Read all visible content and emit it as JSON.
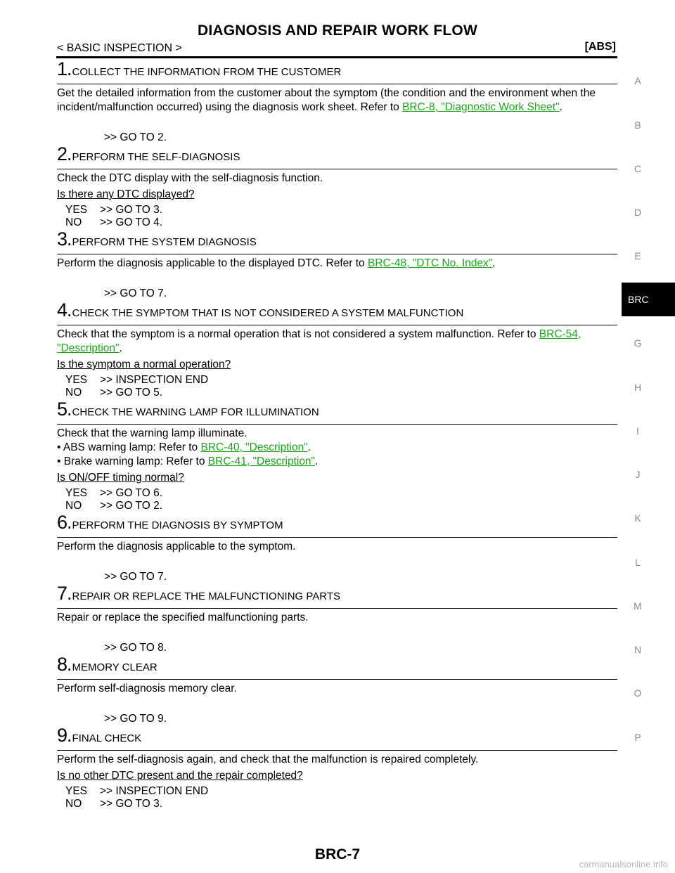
{
  "header": {
    "title": "DIAGNOSIS AND REPAIR WORK FLOW",
    "section": "< BASIC INSPECTION >",
    "system": "[ABS]"
  },
  "steps": [
    {
      "num": "1.",
      "title": "COLLECT THE INFORMATION FROM THE CUSTOMER",
      "text_before": "Get the detailed information from the customer about the symptom (the condition and the environment when the incident/malfunction occurred) using the diagnosis work sheet. Refer to ",
      "link": "BRC-8, \"Diagnostic Work Sheet\"",
      "text_after": ".",
      "goto": ">> GO TO 2."
    },
    {
      "num": "2.",
      "title": "PERFORM THE SELF-DIAGNOSIS",
      "text": "Check the DTC display with the self-diagnosis function.",
      "question": "Is there any DTC displayed?",
      "answers": [
        {
          "key": "YES",
          "value": ">> GO TO 3."
        },
        {
          "key": "NO",
          "value": ">> GO TO 4."
        }
      ]
    },
    {
      "num": "3.",
      "title": "PERFORM THE SYSTEM DIAGNOSIS",
      "text_before": "Perform the diagnosis applicable to the displayed DTC. Refer to ",
      "link": "BRC-48, \"DTC No. Index\"",
      "text_after": ".",
      "goto": ">> GO TO 7."
    },
    {
      "num": "4.",
      "title": "CHECK THE SYMPTOM THAT IS NOT CONSIDERED A SYSTEM MALFUNCTION",
      "text_before": "Check that the symptom is a normal operation that is not considered a system malfunction. Refer to ",
      "link": "BRC-54, \"Description\"",
      "text_after": ".",
      "question": "Is the symptom a normal operation?",
      "answers": [
        {
          "key": "YES",
          "value": ">> INSPECTION END"
        },
        {
          "key": "NO",
          "value": ">> GO TO 5."
        }
      ]
    },
    {
      "num": "5.",
      "title": "CHECK THE WARNING LAMP FOR ILLUMINATION",
      "text": "Check that the warning lamp illuminate.",
      "bullets": [
        {
          "text": "• ABS warning lamp: Refer to ",
          "link": "BRC-40, \"Description\"",
          "after": "."
        },
        {
          "text": "• Brake warning lamp: Refer to ",
          "link": "BRC-41, \"Description\"",
          "after": "."
        }
      ],
      "question": "Is ON/OFF timing normal?",
      "answers": [
        {
          "key": "YES",
          "value": ">> GO TO 6."
        },
        {
          "key": "NO",
          "value": ">> GO TO 2."
        }
      ]
    },
    {
      "num": "6.",
      "title": "PERFORM THE DIAGNOSIS BY SYMPTOM",
      "text": "Perform the diagnosis applicable to the symptom.",
      "goto": ">> GO TO 7."
    },
    {
      "num": "7.",
      "title": "REPAIR OR REPLACE THE MALFUNCTIONING PARTS",
      "text": "Repair or replace the specified malfunctioning parts.",
      "goto": ">> GO TO 8."
    },
    {
      "num": "8.",
      "title": "MEMORY CLEAR",
      "text": "Perform self-diagnosis memory clear.",
      "goto": ">> GO TO 9."
    },
    {
      "num": "9.",
      "title": "FINAL CHECK",
      "text": "Perform the self-diagnosis again, and check that the malfunction is repaired completely.",
      "question": "Is no other DTC present and the repair completed?",
      "answers": [
        {
          "key": "YES",
          "value": ">> INSPECTION END"
        },
        {
          "key": "NO",
          "value": ">> GO TO 3."
        }
      ]
    }
  ],
  "side_tabs": [
    "A",
    "B",
    "C",
    "D",
    "E",
    "BRC",
    "G",
    "H",
    "I",
    "J",
    "K",
    "L",
    "M",
    "N",
    "O",
    "P"
  ],
  "active_tab": "BRC",
  "colors": {
    "link": "#1aa81a",
    "tab_active_bg": "#000000",
    "tab_text": "#888888"
  },
  "footer": {
    "page": "BRC-7",
    "watermark": "carmanualsonline.info"
  }
}
